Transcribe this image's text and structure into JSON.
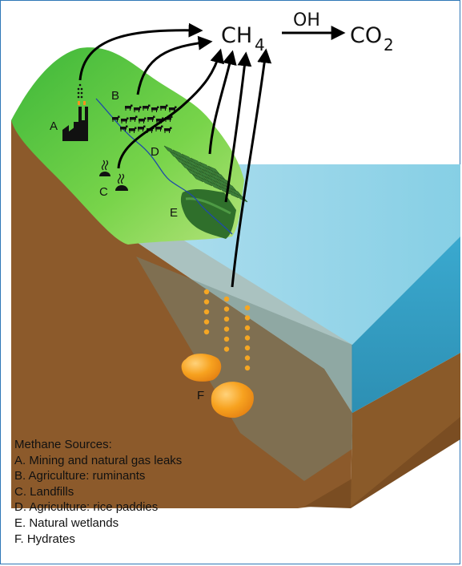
{
  "formula": {
    "reactant": "CH",
    "reactant_subscript": "4",
    "reagent": "OH",
    "product": "CO",
    "product_subscript": "2"
  },
  "source_labels": {
    "a": "A",
    "b": "B",
    "c": "C",
    "d": "D",
    "e": "E",
    "f": "F"
  },
  "legend": {
    "title": "Methane Sources:",
    "items": [
      "A. Mining and natural gas leaks",
      "B. Agriculture: ruminants",
      "C. Landfills",
      "D. Agriculture: rice paddies",
      "E. Natural wetlands",
      "F. Hydrates"
    ]
  },
  "colors": {
    "land_green": "#6ccd40",
    "soil_brown": "#8e5a2a",
    "water_light": "#8dd1e6",
    "water_dark": "#3ea6c8",
    "bubble_orange": "#f5a623",
    "wetland_dark_green": "#2f6f2b",
    "paddy_green": "#3c7f3a",
    "frame_border": "#2f78b7"
  }
}
